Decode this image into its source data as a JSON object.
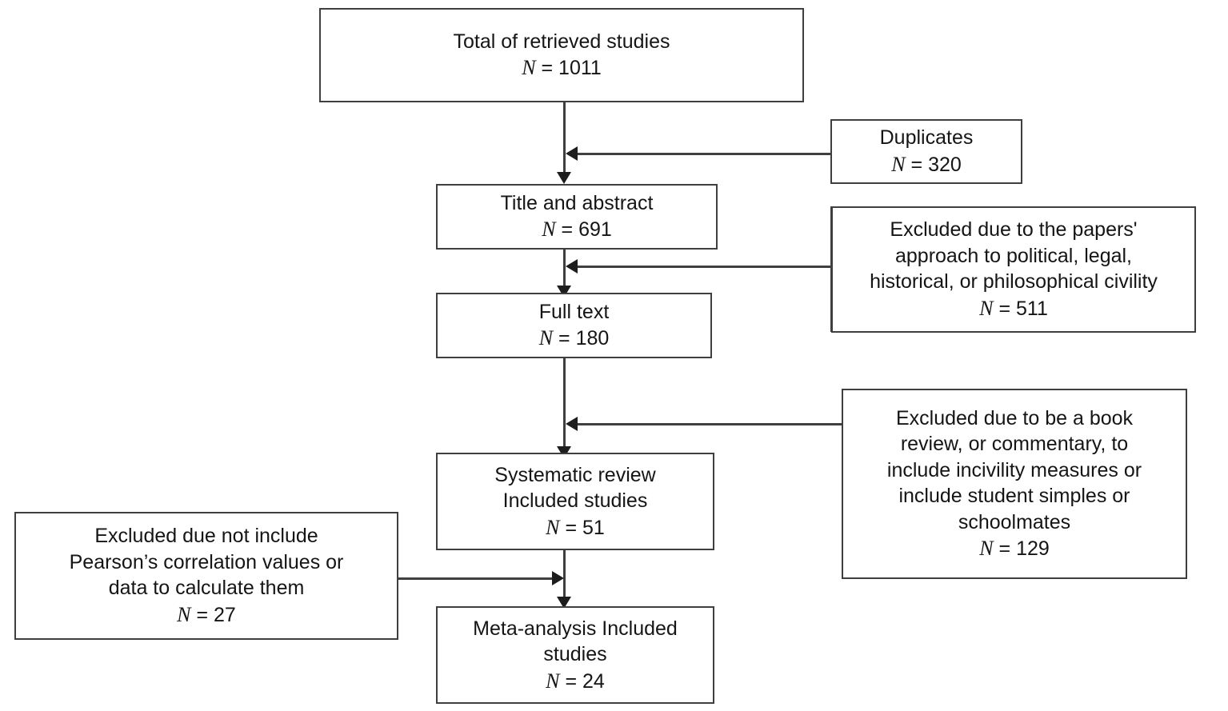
{
  "diagram": {
    "type": "flowchart",
    "title": "PRISMA study selection flow diagram",
    "box_border_color": "#3f3f3f",
    "arrow_color": "#1d1d1d",
    "background_color": "#ffffff"
  },
  "nodes": {
    "retrieved": {
      "lines": [
        "Total of retrieved studies"
      ],
      "n_label": "N",
      "n_eq": "=",
      "n_value": "1011",
      "n_text": "N = 1011"
    },
    "title_abstract": {
      "lines": [
        "Title and abstract"
      ],
      "n_label": "N",
      "n_eq": "=",
      "n_value": "691",
      "n_text": "N = 691"
    },
    "full_text": {
      "lines": [
        "Full text"
      ],
      "n_label": "N",
      "n_eq": "=",
      "n_value": "180",
      "n_text": "N = 180"
    },
    "systematic_review": {
      "lines": [
        "Systematic review",
        "Included studies"
      ],
      "n_label": "N",
      "n_eq": "=",
      "n_value": "51",
      "n_text": "N = 51"
    },
    "meta_analysis": {
      "lines": [
        "Meta-analysis Included",
        "studies"
      ],
      "n_label": "N",
      "n_eq": "=",
      "n_value": "24",
      "n_text": "N = 24"
    },
    "duplicates": {
      "lines": [
        "Duplicates"
      ],
      "n_label": "N",
      "n_eq": "=",
      "n_value": "320",
      "n_text": "N = 320"
    },
    "excluded_approach": {
      "lines": [
        "Excluded due to the papers'",
        "approach to political, legal,",
        "historical, or philosophical civility"
      ],
      "n_label": "N",
      "n_eq": "=",
      "n_value": "511",
      "n_text": "N = 511"
    },
    "excluded_bookreview": {
      "lines": [
        "Excluded due to be a book",
        "review, or commentary, to",
        "include incivility measures or",
        "include student simples or",
        "schoolmates"
      ],
      "n_label": "N",
      "n_eq": "=",
      "n_value": "129",
      "n_text": "N = 129"
    },
    "excluded_pearson": {
      "lines": [
        "Excluded due not include",
        "Pearson’s correlation values or",
        "data to calculate them"
      ],
      "n_label": "N",
      "n_eq": "=",
      "n_value": "27",
      "n_text": "N = 27"
    }
  }
}
